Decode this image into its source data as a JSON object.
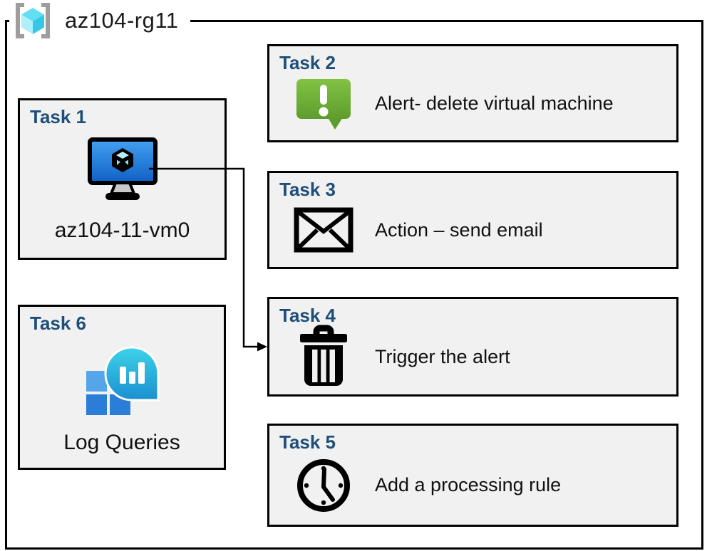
{
  "group": {
    "label": "az104-rg11",
    "icon": "resource-group-icon"
  },
  "tasks": [
    {
      "title": "Task 1",
      "label": "az104-11-vm0",
      "icon": "virtual-machine-icon"
    },
    {
      "title": "Task 2",
      "label": "Alert- delete virtual machine",
      "icon": "alert-icon"
    },
    {
      "title": "Task 3",
      "label": "Action – send email",
      "icon": "email-icon"
    },
    {
      "title": "Task 4",
      "label": "Trigger the alert",
      "icon": "trash-icon"
    },
    {
      "title": "Task 5",
      "label": "Add a processing rule",
      "icon": "clock-icon"
    },
    {
      "title": "Task 6",
      "label": "Log Queries",
      "icon": "log-queries-icon"
    }
  ],
  "connector": {
    "from": "Task 1 virtual machine",
    "to": "Task 4"
  },
  "colors": {
    "task_title_blue": "#1f4e79",
    "box_background": "#f1f1f1",
    "box_border": "#000000",
    "alert_green_top": "#82c243",
    "alert_green_bottom": "#5e9d2d",
    "vm_screen_blue_top": "#44a1f2",
    "vm_screen_blue_bottom": "#0f5fc4",
    "log_bubble_teal_top": "#3ed3e9",
    "log_bubble_teal_bottom": "#1b8fd0",
    "log_square_light_blue": "#55a6e9",
    "log_square_dark_blue": "#2b7ed8",
    "resource_group_cyan": "#50e6ff",
    "bracket_gray": "#9d9d9d"
  }
}
